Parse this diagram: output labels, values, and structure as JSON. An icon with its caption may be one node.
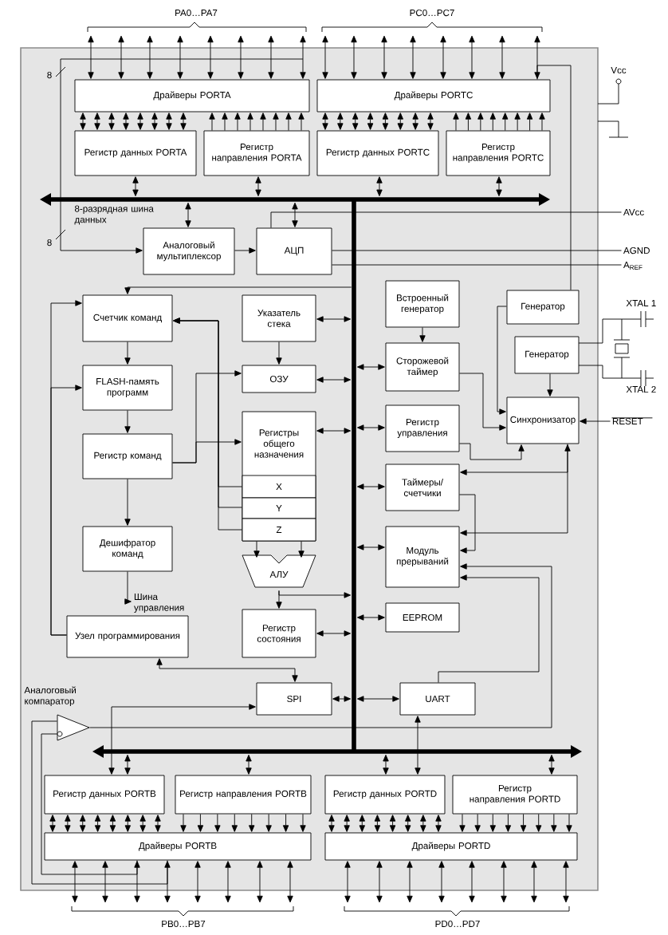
{
  "diagram": {
    "nodes": [
      {
        "text": [
          "Драйверы PORTA"
        ]
      },
      {
        "text": [
          "Драйверы PORTC"
        ]
      },
      {
        "text": [
          "Регистр данных PORTA"
        ]
      },
      {
        "text": [
          "Регистр направления PORTA"
        ]
      },
      {
        "text": [
          "Регистр данных PORTC"
        ]
      },
      {
        "text": [
          "Регистр направления PORTC"
        ]
      },
      {
        "text": [
          "Аналоговый мультиплексор"
        ]
      },
      {
        "text": [
          "АЦП"
        ]
      },
      {
        "text": [
          "Счетчик команд"
        ]
      },
      {
        "text": [
          "Указатель стека"
        ]
      },
      {
        "text": [
          "Встроенный генератор"
        ]
      },
      {
        "text": [
          "Генератор"
        ]
      },
      {
        "text": [
          "FLASH-память программ"
        ]
      },
      {
        "text": [
          "ОЗУ"
        ]
      },
      {
        "text": [
          "Сторожевой таймер"
        ]
      },
      {
        "text": [
          "Генератор"
        ]
      },
      {
        "text": [
          "Регистры общего назначения"
        ]
      },
      {
        "text": [
          "X"
        ],
        "in": 16
      },
      {
        "text": [
          "Y"
        ],
        "in": 16
      },
      {
        "text": [
          "Z"
        ],
        "in": 16
      },
      {
        "text": [
          "Регистр управления"
        ]
      },
      {
        "text": [
          "Синхронизатор"
        ]
      },
      {
        "text": [
          "Регистр команд"
        ]
      },
      {
        "text": [
          "Таймеры/ счетчики"
        ]
      },
      {
        "text": [
          "Дешифратор команд"
        ]
      },
      {
        "text": [
          "АЛУ"
        ]
      },
      {
        "text": [
          "Модуль прерываний"
        ]
      },
      {
        "text": [
          "Узел программирования"
        ]
      },
      {
        "text": [
          "Регистр состояния"
        ]
      },
      {
        "text": [
          "EEPROM"
        ]
      },
      {
        "text": [
          "SPI"
        ]
      },
      {
        "text": [
          "UART"
        ]
      },
      {
        "text": [],
        "shape": "triangle",
        "beside": [
          "Аналоговый компаратор"
        ]
      },
      {
        "text": [
          "Регистр данных PORTB"
        ]
      },
      {
        "text": [
          "Регистр направления PORTB"
        ]
      },
      {
        "text": [
          "Регистр данных PORTD"
        ]
      },
      {
        "text": [
          "Регистр направления PORTD"
        ]
      },
      {
        "text": [
          "Драйверы PORTB"
        ]
      },
      {
        "text": [
          "Драйверы PORTD"
        ]
      },
      {
        "text": [],
        "shape": "bar"
      },
      {
        "text": [],
        "shape": "bar"
      },
      {
        "text": [],
        "shape": "bar"
      },
      {
        "text": [
          "AVcc"
        ]
      },
      {
        "text": [
          "AGND"
        ]
      },
      {
        "text": [
          "A$_{REF}$"
        ]
      },
      {
        "text": [
          "RESET"
        ]
      },
      {
        "text": [
          "Шина управления"
        ]
      }
    ],
    "edges": [
      {
        "from": 2,
        "to": 39,
        "arrow": "both"
      },
      {
        "from": 3,
        "to": 39,
        "arrow": "both"
      },
      {
        "from": 4,
        "to": 39,
        "arrow": "both"
      },
      {
        "from": 5,
        "to": 39,
        "arrow": "both"
      },
      {
        "from": 2,
        "to": 0,
        "arrow": "both"
      },
      {
        "from": 3,
        "to": 0,
        "arrow": "to"
      },
      {
        "from": 4,
        "to": 1,
        "arrow": "both"
      },
      {
        "from": 5,
        "to": 1,
        "arrow": "to"
      },
      {
        "from": 0,
        "to": null,
        "arrow": "both"
      },
      {
        "from": 1,
        "to": null,
        "arrow": "both"
      },
      {
        "from": 37,
        "to": null,
        "arrow": "both"
      },
      {
        "from": 38,
        "to": null,
        "arrow": "both"
      },
      {
        "from": 33,
        "to": 41,
        "arrow": "both"
      },
      {
        "from": 34,
        "to": 41,
        "arrow": "both"
      },
      {
        "from": 35,
        "to": 41,
        "arrow": "both"
      },
      {
        "from": 36,
        "to": 41,
        "arrow": "both"
      },
      {
        "from": 33,
        "to": 37,
        "arrow": "both"
      },
      {
        "from": 34,
        "to": 37,
        "arrow": "to"
      },
      {
        "from": 35,
        "to": 38,
        "arrow": "both"
      },
      {
        "from": 36,
        "to": 38,
        "arrow": "to"
      },
      {
        "from": 6,
        "to": 7,
        "arrow": "to"
      },
      {
        "from": 7,
        "to": 39,
        "arrow": "both"
      },
      {
        "from": 6,
        "to": 39,
        "arrow": "both"
      },
      {
        "from": 40,
        "to": 8,
        "arrow": "to"
      },
      {
        "from": 9,
        "to": 40,
        "arrow": "both"
      },
      {
        "from": 8,
        "to": 12,
        "arrow": "to"
      },
      {
        "from": 12,
        "to": 22,
        "arrow": "to"
      },
      {
        "from": 22,
        "to": 24,
        "arrow": "to"
      },
      {
        "from": 9,
        "to": 13,
        "arrow": "to"
      },
      {
        "from": 13,
        "to": 40,
        "arrow": "both"
      },
      {
        "from": 16,
        "to": 40,
        "arrow": "both"
      },
      {
        "from": 10,
        "to": 14,
        "arrow": "to"
      },
      {
        "from": 14,
        "to": 40,
        "arrow": "both"
      },
      {
        "from": 20,
        "to": 40,
        "arrow": "both"
      },
      {
        "from": 23,
        "to": 40,
        "arrow": "both"
      },
      {
        "from": 26,
        "to": 40,
        "arrow": "both"
      },
      {
        "from": 29,
        "to": 40,
        "arrow": "both"
      },
      {
        "from": 28,
        "to": 40,
        "arrow": "both"
      },
      {
        "from": 25,
        "to": 28,
        "arrow": "to"
      },
      {
        "from": 19,
        "to": 25,
        "arrow": "to"
      },
      {
        "from": 17,
        "to": 8,
        "arrow": "to"
      },
      {
        "from": 18,
        "to": 8,
        "arrow": "to"
      },
      {
        "from": 19,
        "to": 8,
        "arrow": "to"
      },
      {
        "from": 27,
        "to": 8,
        "arrow": "to"
      },
      {
        "from": 27,
        "to": 12,
        "arrow": "to"
      },
      {
        "from": 24,
        "to": 46,
        "arrow": "to"
      },
      {
        "from": 25,
        "to": 40,
        "arrow": "to"
      },
      {
        "from": 22,
        "to": 13,
        "arrow": "to"
      },
      {
        "from": 22,
        "to": 16,
        "arrow": "to"
      },
      {
        "from": 11,
        "to": 21,
        "arrow": "to"
      },
      {
        "from": 15,
        "to": 21,
        "arrow": "to"
      },
      {
        "from": 45,
        "to": 21,
        "arrow": "to"
      },
      {
        "from": 14,
        "to": 21,
        "arrow": "to"
      },
      {
        "from": 20,
        "to": 21,
        "arrow": "to"
      },
      {
        "from": 21,
        "to": 23,
        "arrow": "both"
      },
      {
        "from": 21,
        "to": 26,
        "arrow": "to"
      },
      {
        "from": 23,
        "to": 26,
        "arrow": "to"
      },
      {
        "from": 31,
        "to": 26,
        "arrow": "to"
      },
      {
        "from": 27,
        "to": 30,
        "arrow": "both"
      },
      {
        "from": 30,
        "to": 33,
        "arrow": "both"
      },
      {
        "from": 30,
        "to": 40,
        "arrow": "both"
      },
      {
        "from": 31,
        "to": 40,
        "arrow": "both"
      },
      {
        "from": 31,
        "to": 35,
        "arrow": "both"
      },
      {
        "from": 32,
        "to": 26,
        "arrow": "to"
      },
      {
        "from": 37,
        "to": 32,
        "arrow": "none"
      },
      {
        "from": 37,
        "to": 32,
        "arrow": "none"
      },
      {
        "from": 42,
        "to": 7,
        "arrow": "none"
      },
      {
        "from": 43,
        "to": 7,
        "arrow": "none"
      },
      {
        "from": 44,
        "to": 7,
        "arrow": "none"
      },
      {
        "from": null,
        "to": 6,
        "arrow": "to"
      },
      {
        "from": 1,
        "to": 11,
        "arrow": "none"
      }
    ],
    "labels": [
      "PA0…PA7",
      "PC0…PC7",
      "Vcc",
      "8",
      "8-разрядная шина данных",
      "8",
      "XTAL 1",
      "XTAL 2",
      "PB0…PB7",
      "PD0…PD7"
    ]
  }
}
